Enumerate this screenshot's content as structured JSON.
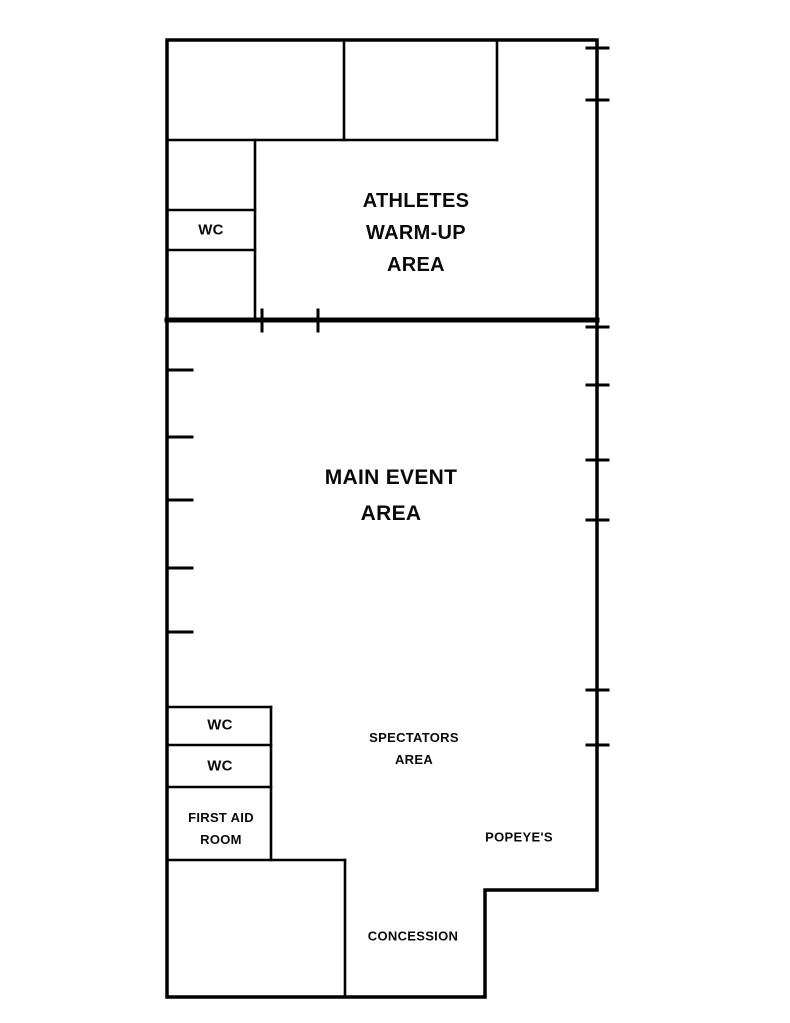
{
  "diagram": {
    "type": "floor-plan",
    "colors": {
      "wall": "#000000",
      "background": "#ffffff",
      "text": "#0a0a0a"
    },
    "rooms": {
      "wc_top": {
        "label": "WC"
      },
      "athletes_warmup": {
        "lines": [
          "ATHLETES",
          "WARM-UP",
          "AREA"
        ]
      },
      "main_event": {
        "lines": [
          "MAIN EVENT",
          "AREA"
        ]
      },
      "wc_lower_1": {
        "label": "WC"
      },
      "wc_lower_2": {
        "label": "WC"
      },
      "first_aid": {
        "lines": [
          "FIRST AID",
          "ROOM"
        ]
      },
      "spectators": {
        "lines": [
          "SPECTATORS",
          "AREA"
        ]
      },
      "popeyes": {
        "label": "POPEYE'S"
      },
      "concession": {
        "label": "CONCESSION"
      }
    }
  }
}
